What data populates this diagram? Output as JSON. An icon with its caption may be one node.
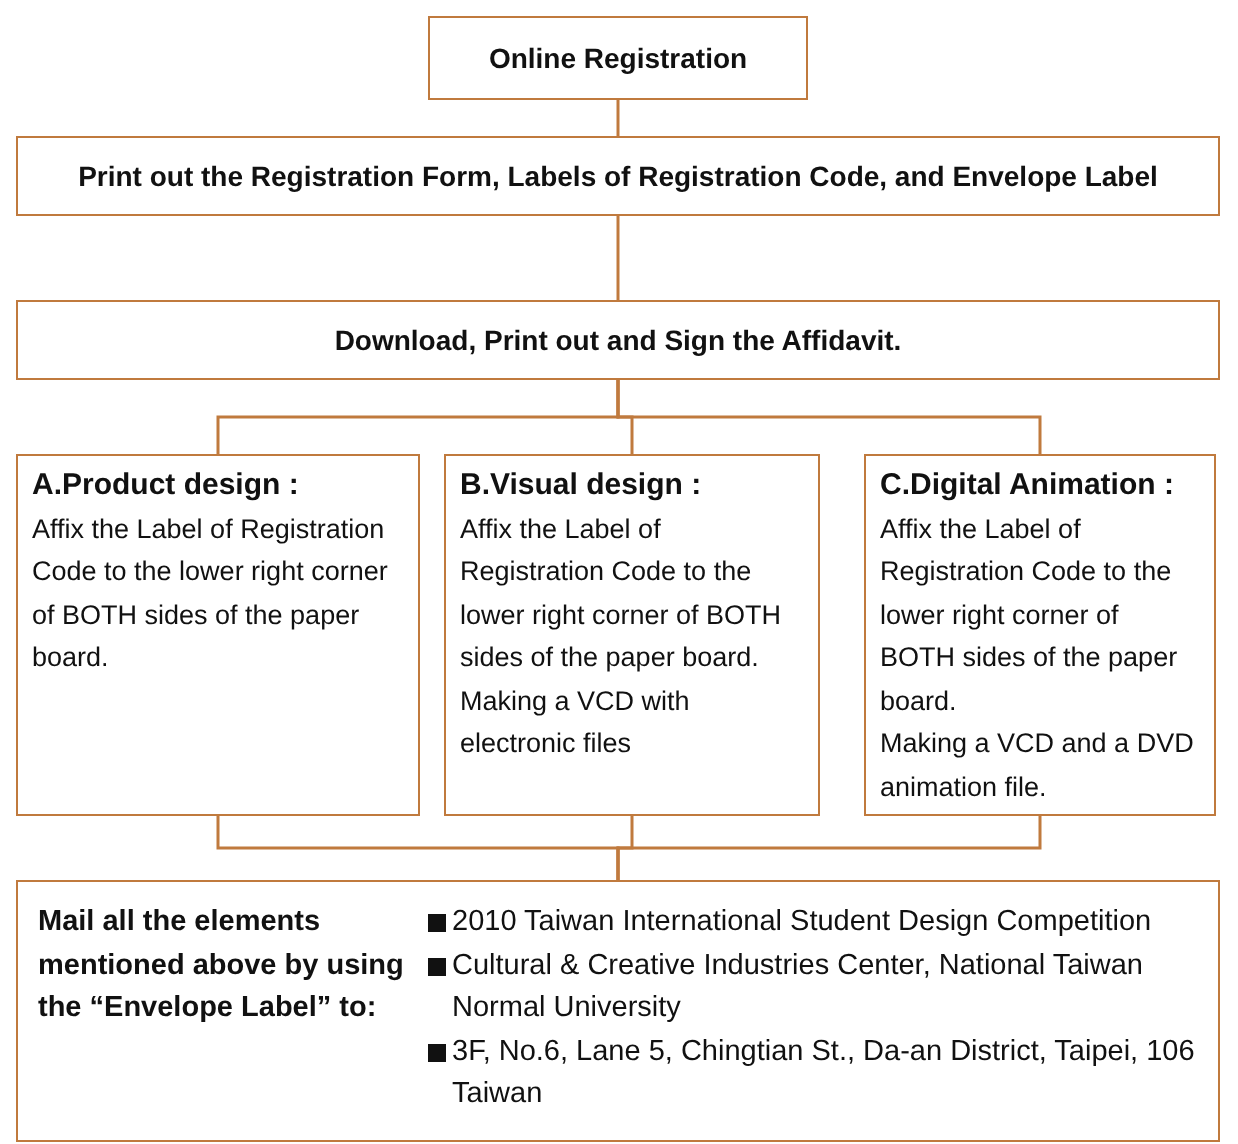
{
  "diagram": {
    "nodes": [
      {
        "text": [
          "Online Registration"
        ]
      },
      {
        "text": [
          "Print out the Registration Form, Labels of Registration Code, and Envelope Label"
        ]
      },
      {
        "text": [
          "Download, Print out and Sign the Affidavit."
        ]
      },
      {
        "text": [
          "A.Product design :",
          "Affix the Label of Registration Code to the lower right corner of BOTH sides of the paper board."
        ]
      },
      {
        "text": [
          "B.Visual design :",
          "Affix the Label of Registration Code to the lower right corner of BOTH sides of the paper board.",
          "Making a VCD with electronic files"
        ]
      },
      {
        "text": [
          "C.Digital Animation :",
          "Affix the Label of Registration Code to the lower right corner of BOTH sides of the paper board.",
          "Making a VCD and a DVD animation file."
        ]
      },
      {
        "text": [
          "Mail all the elements mentioned above by using the “Envelope Label” to:",
          "2010 Taiwan International Student Design Competition",
          "Cultural & Creative Industries Center, National Taiwan Normal University",
          "3F, No.6, Lane 5, Chingtian St., Da-an District, Taipei, 106 Taiwan"
        ]
      }
    ],
    "edges": [
      {
        "from": 0,
        "to": 1,
        "arrow": "none"
      },
      {
        "from": 1,
        "to": 2,
        "arrow": "none"
      },
      {
        "from": 2,
        "to": 3,
        "arrow": "none"
      },
      {
        "from": 2,
        "to": 4,
        "arrow": "none"
      },
      {
        "from": 2,
        "to": 5,
        "arrow": "none"
      },
      {
        "from": 3,
        "to": 6,
        "arrow": "none"
      },
      {
        "from": 4,
        "to": 6,
        "arrow": "none"
      },
      {
        "from": 5,
        "to": 6,
        "arrow": "none"
      }
    ]
  }
}
